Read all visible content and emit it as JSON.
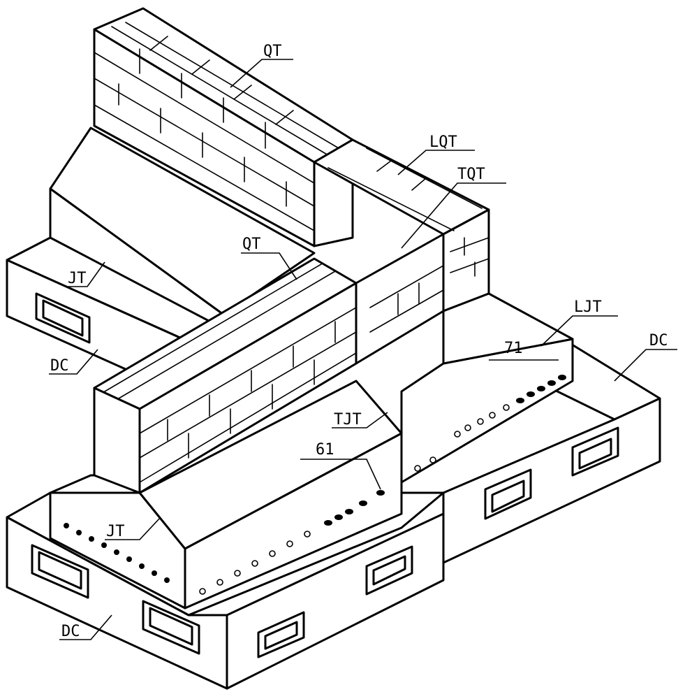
{
  "labels": {
    "qt_top": "QT",
    "lqt": "LQT",
    "tqt": "TQT",
    "qt_mid": "QT",
    "jt_left": "JT",
    "dc_left": "DC",
    "ljt": "LJT",
    "dc_right": "DC",
    "ref_71": "71",
    "tjt": "TJT",
    "ref_61": "61",
    "jt_front": "JT",
    "dc_bottom": "DC"
  }
}
